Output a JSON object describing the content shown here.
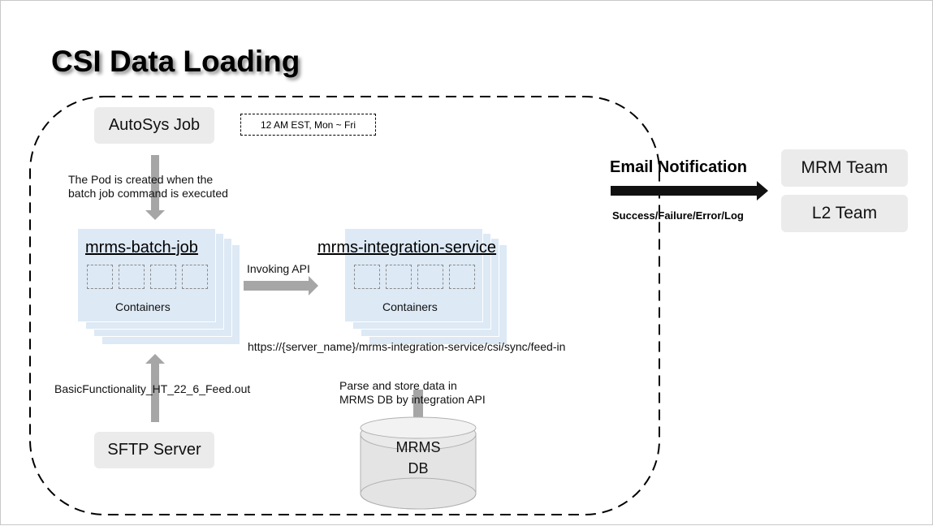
{
  "title": "CSI Data Loading",
  "schedule": "12 AM EST, Mon ~ Fri",
  "nodes": {
    "autosys": "AutoSys Job",
    "sftp": "SFTP Server",
    "db_line1": "MRMS",
    "db_line2": "DB",
    "mrm_team": "MRM Team",
    "l2_team": "L2 Team"
  },
  "pods": {
    "batch": {
      "title": "mrms-batch-job",
      "containers_label": "Containers"
    },
    "integration": {
      "title": "mrms-integration-service",
      "containers_label": "Containers"
    }
  },
  "notes": {
    "pod_created_line1": "The Pod is created when the",
    "pod_created_line2": "batch job command is executed",
    "invoking_api": "Invoking API",
    "api_url": "https://{server_name}/mrms-integration-service/csi/sync/feed-in",
    "feed_file": "BasicFunctionality_HT_22_6_Feed.out",
    "parse_line1": "Parse and store data in",
    "parse_line2": "MRMS DB by integration API",
    "email_notification": "Email Notification",
    "notification_types": "Success/Failure/Error/Log"
  },
  "colors": {
    "pod_fill": "#dde9f5",
    "node_fill": "#ebebeb",
    "arrow_gray": "#a6a6a6",
    "arrow_black": "#111111"
  }
}
